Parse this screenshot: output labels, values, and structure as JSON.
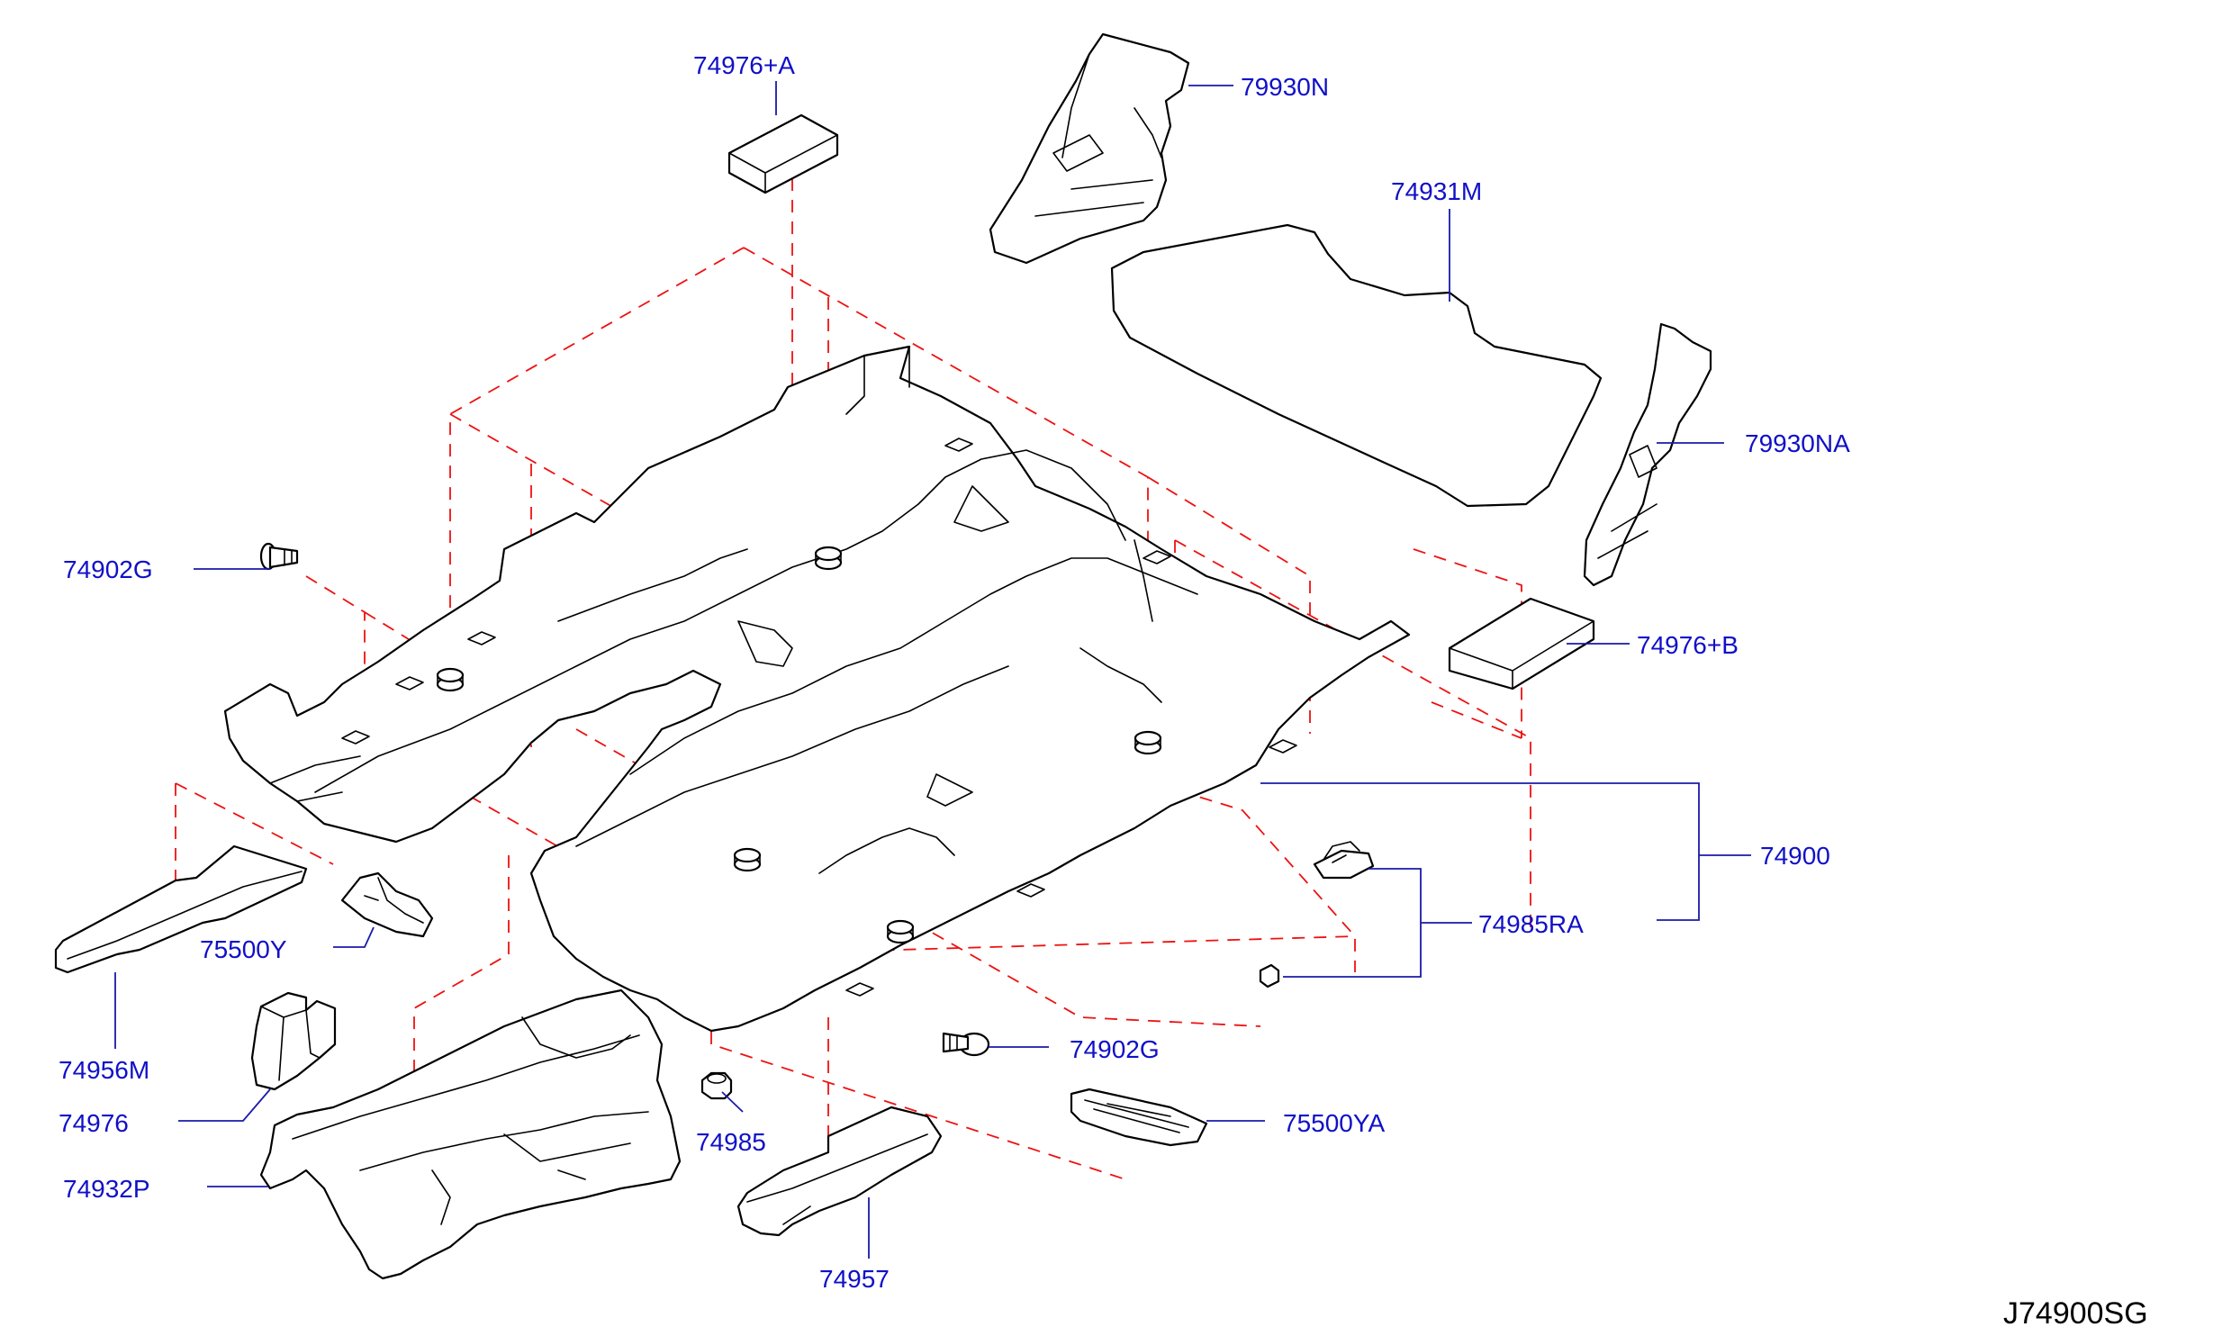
{
  "diagram": {
    "code": "J74900SG",
    "colors": {
      "callout": "#1010c8",
      "leader": "#1a1aaa",
      "hidden_line": "#e11111",
      "part_line": "#000000"
    },
    "parts": {
      "p74976A": "74976+A",
      "p79930N": "79930N",
      "p74931M": "74931M",
      "p79930NA": "79930NA",
      "p74902G_left": "74902G",
      "p74976B": "74976+B",
      "p74900": "74900",
      "p74985RA": "74985RA",
      "p75500Y": "75500Y",
      "p74956M": "74956M",
      "p74976": "74976",
      "p74932P": "74932P",
      "p74902G_right": "74902G",
      "p74985": "74985",
      "p75500YA": "75500YA",
      "p74957": "74957"
    }
  }
}
